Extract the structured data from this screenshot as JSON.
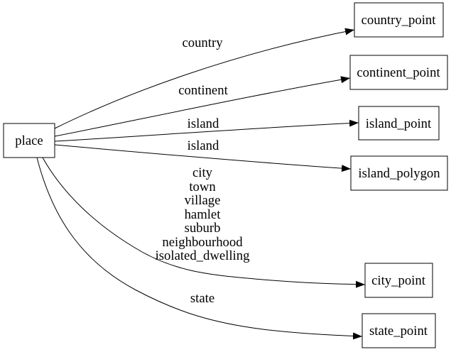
{
  "diagram": {
    "type": "directed-graph",
    "background_color": "#ffffff",
    "node_fill": "#ffffff",
    "node_border_color": "#000000",
    "edge_color": "#000000",
    "text_color": "#000000",
    "nodes": [
      {
        "id": "place",
        "label": "place"
      },
      {
        "id": "country_point",
        "label": "country_point"
      },
      {
        "id": "continent_point",
        "label": "continent_point"
      },
      {
        "id": "island_point",
        "label": "island_point"
      },
      {
        "id": "island_polygon",
        "label": "island_polygon"
      },
      {
        "id": "city_point",
        "label": "city_point"
      },
      {
        "id": "state_point",
        "label": "state_point"
      }
    ],
    "edges": [
      {
        "from": "place",
        "to": "country_point",
        "label": "country"
      },
      {
        "from": "place",
        "to": "continent_point",
        "label": "continent"
      },
      {
        "from": "place",
        "to": "island_point",
        "label": "island"
      },
      {
        "from": "place",
        "to": "island_polygon",
        "label": "island"
      },
      {
        "from": "place",
        "to": "city_point",
        "label_lines": [
          "city",
          "town",
          "village",
          "hamlet",
          "suburb",
          "neighbourhood",
          "isolated_dwelling"
        ]
      },
      {
        "from": "place",
        "to": "state_point",
        "label": "state"
      }
    ]
  }
}
